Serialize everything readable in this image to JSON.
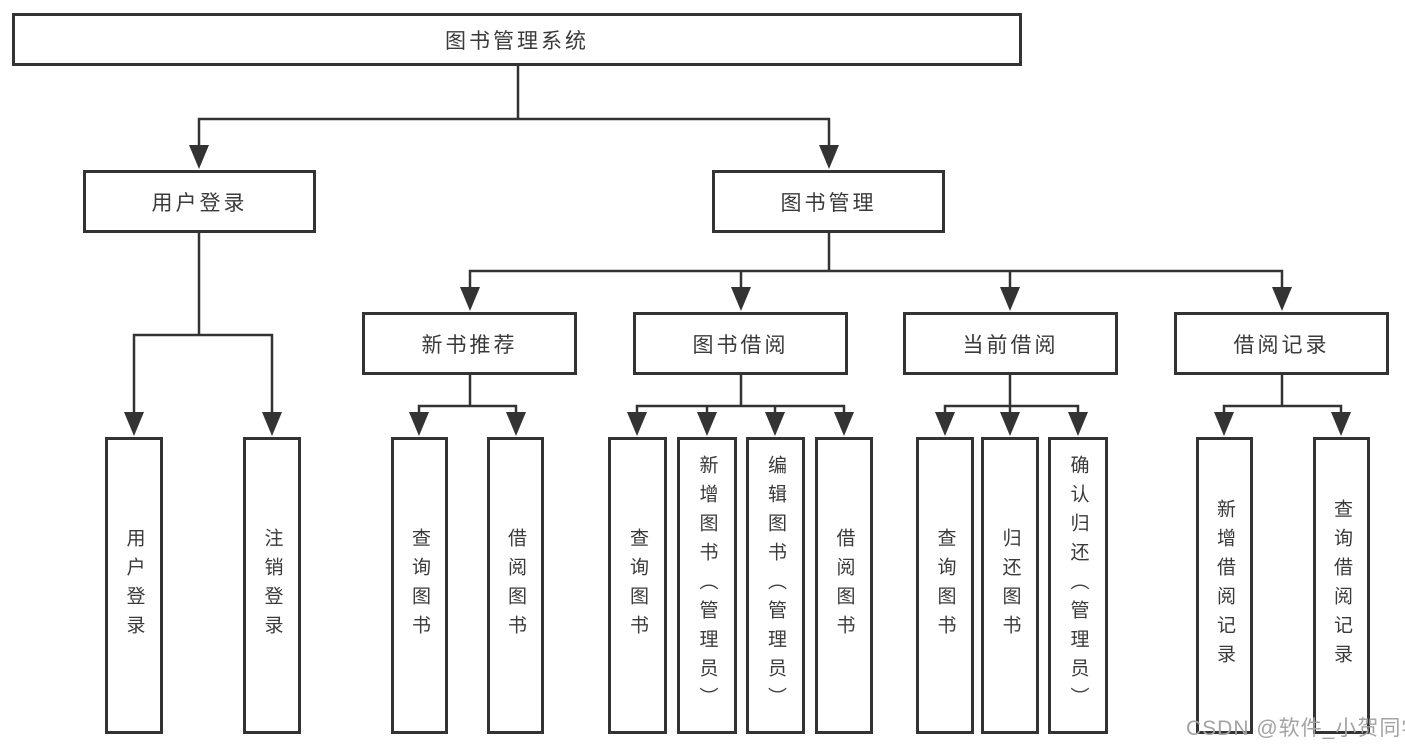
{
  "colors": {
    "line": "#333333",
    "box-border": "#333333",
    "text": "#3a3a3a",
    "watermark": "#a3a3a3",
    "bg": "#ffffff"
  },
  "diagram": {
    "root": "图书管理系统",
    "branches": [
      {
        "label": "用户登录",
        "children": [
          "用户登录",
          "注销登录"
        ]
      },
      {
        "label": "图书管理",
        "sections": [
          {
            "label": "新书推荐",
            "children": [
              "查询图书",
              "借阅图书"
            ]
          },
          {
            "label": "图书借阅",
            "children": [
              "查询图书",
              "新增图书（管理员）",
              "编辑图书（管理员）",
              "借阅图书"
            ]
          },
          {
            "label": "当前借阅",
            "children": [
              "查询图书",
              "归还图书",
              "确认归还（管理员）"
            ]
          },
          {
            "label": "借阅记录",
            "children": [
              "新增借阅记录",
              "查询借阅记录"
            ]
          }
        ]
      }
    ]
  },
  "watermark": "CSDN @软件_小贺同学"
}
